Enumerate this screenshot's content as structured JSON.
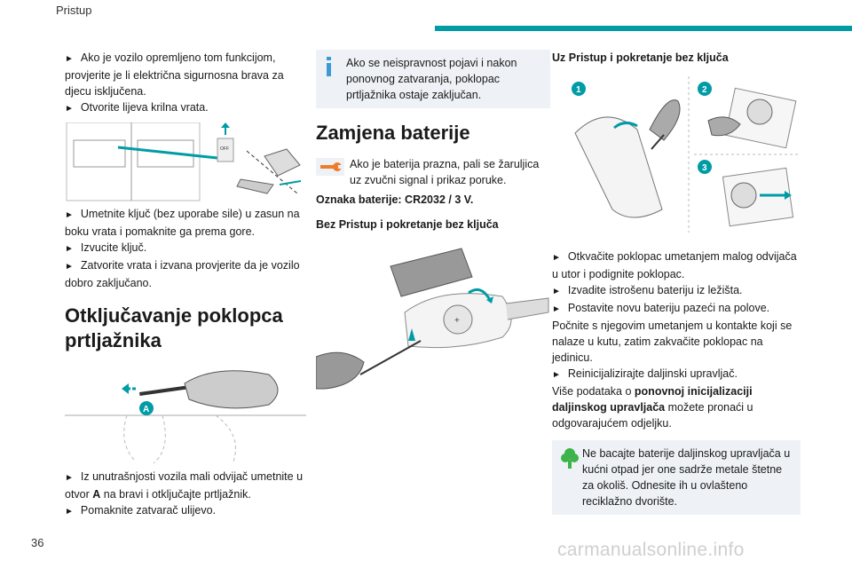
{
  "header": {
    "section": "Pristup"
  },
  "page_number": "36",
  "watermark": "carmanualsonline.info",
  "colors": {
    "accent": "#009ca6",
    "notice_bg": "#eef2f6",
    "wrench": "#ef7c2a",
    "eco": "#3bb44a",
    "info": "#3c9bd6"
  },
  "col1": {
    "para1": [
      "Ako je vozilo opremljeno tom funkcijom, provjerite je li električna sigurnosna brava za djecu isključena.",
      "Otvorite lijeva krilna vrata."
    ],
    "para2": [
      "Umetnite ključ (bez uporabe sile) u zasun na boku vrata i pomaknite ga prema gore.",
      "Izvucite ključ.",
      "Zatvorite vrata i izvana provjerite da je vozilo dobro zaključano."
    ],
    "heading": "Otključavanje poklopca prtljažnika",
    "fig_label": "A",
    "para3_a": "Iz unutrašnjosti vozila mali odvijač umetnite u otvor ",
    "para3_bold": "A",
    "para3_b": " na bravi i otključajte prtljažnik.",
    "para3_2": "Pomaknite zatvarač ulijevo."
  },
  "col2": {
    "notice": "Ako se neispravnost pojavi i nakon ponovnog zatvaranja, poklopac prtljažnika ostaje zaključan.",
    "heading": "Zamjena baterije",
    "intro": "Ako je baterija prazna, pali se žaruljica uz zvučni signal i prikaz poruke.",
    "battery_label": "Oznaka baterije: CR2032 / 3 V.",
    "subhead": "Bez Pristup i pokretanje bez ključa"
  },
  "col3": {
    "subhead": "Uz Pristup i pokretanje bez ključa",
    "fig_labels": [
      "1",
      "2",
      "3"
    ],
    "steps": [
      "Otkvačite poklopac umetanjem malog odvijača u utor i podignite poklopac.",
      "Izvadite istrošenu bateriju iz ležišta.",
      "Postavite novu bateriju pazeći na polove."
    ],
    "para_after": "Počnite s njegovim umetanjem u kontakte koji se nalaze u kutu, zatim zakvačite poklopac na jedinicu.",
    "step4": "Reinicijalizirajte daljinski upravljač.",
    "more_a": "Više podataka o ",
    "more_bold": "ponovnoj inicijalizaciji daljinskog upravljača",
    "more_b": " možete pronaći u odgovarajućem odjeljku.",
    "eco_notice": "Ne bacajte baterije daljinskog upravljača u kućni otpad jer one sadrže metale štetne za okoliš. Odnesite ih u ovlašteno reciklažno dvorište."
  }
}
